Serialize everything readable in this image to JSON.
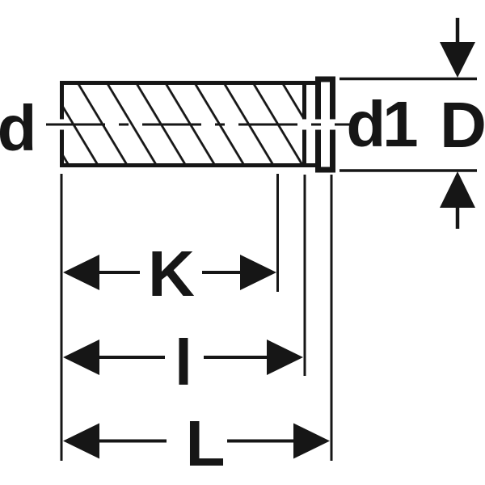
{
  "diagram": {
    "kind": "technical-dimension-drawing",
    "subject": "hatched cylindrical fitting with end collar",
    "colors": {
      "line": "#161616",
      "background": "#ffffff"
    },
    "diameters": [
      {
        "id": "d",
        "label": "d"
      },
      {
        "id": "d1",
        "label": "d1"
      },
      {
        "id": "D",
        "label": "D"
      }
    ],
    "lengths": [
      {
        "id": "K",
        "label": "K"
      },
      {
        "id": "l",
        "label": "l"
      },
      {
        "id": "L",
        "label": "L"
      }
    ]
  }
}
